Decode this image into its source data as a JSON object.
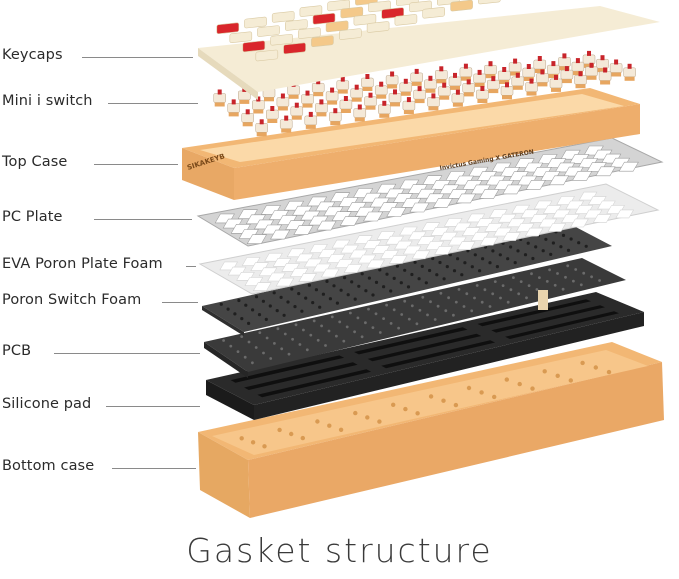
{
  "diagram": {
    "layers": [
      {
        "label": "Keycaps"
      },
      {
        "label": "Mini i switch"
      },
      {
        "label": "Top Case"
      },
      {
        "label": "PC Plate"
      },
      {
        "label": "EVA Poron Plate Foam"
      },
      {
        "label": "Poron Switch Foam"
      },
      {
        "label": "PCB"
      },
      {
        "label": "Silicone pad"
      },
      {
        "label": "Bottom case"
      }
    ],
    "top_case_brand": "SIKAKEYB",
    "top_case_collab": "Invictus Gaming X GATERON",
    "caption": "Gasket structure"
  },
  "colors": {
    "case_orange": "#f2b774",
    "keycap_cream": "#f5ecd5",
    "keycap_red": "#d9262b",
    "plate_grey": "#c9c9c9",
    "foam_white": "#eeeeee",
    "pcb_black": "#3a3a3a",
    "pad_black": "#2a2a2a"
  }
}
